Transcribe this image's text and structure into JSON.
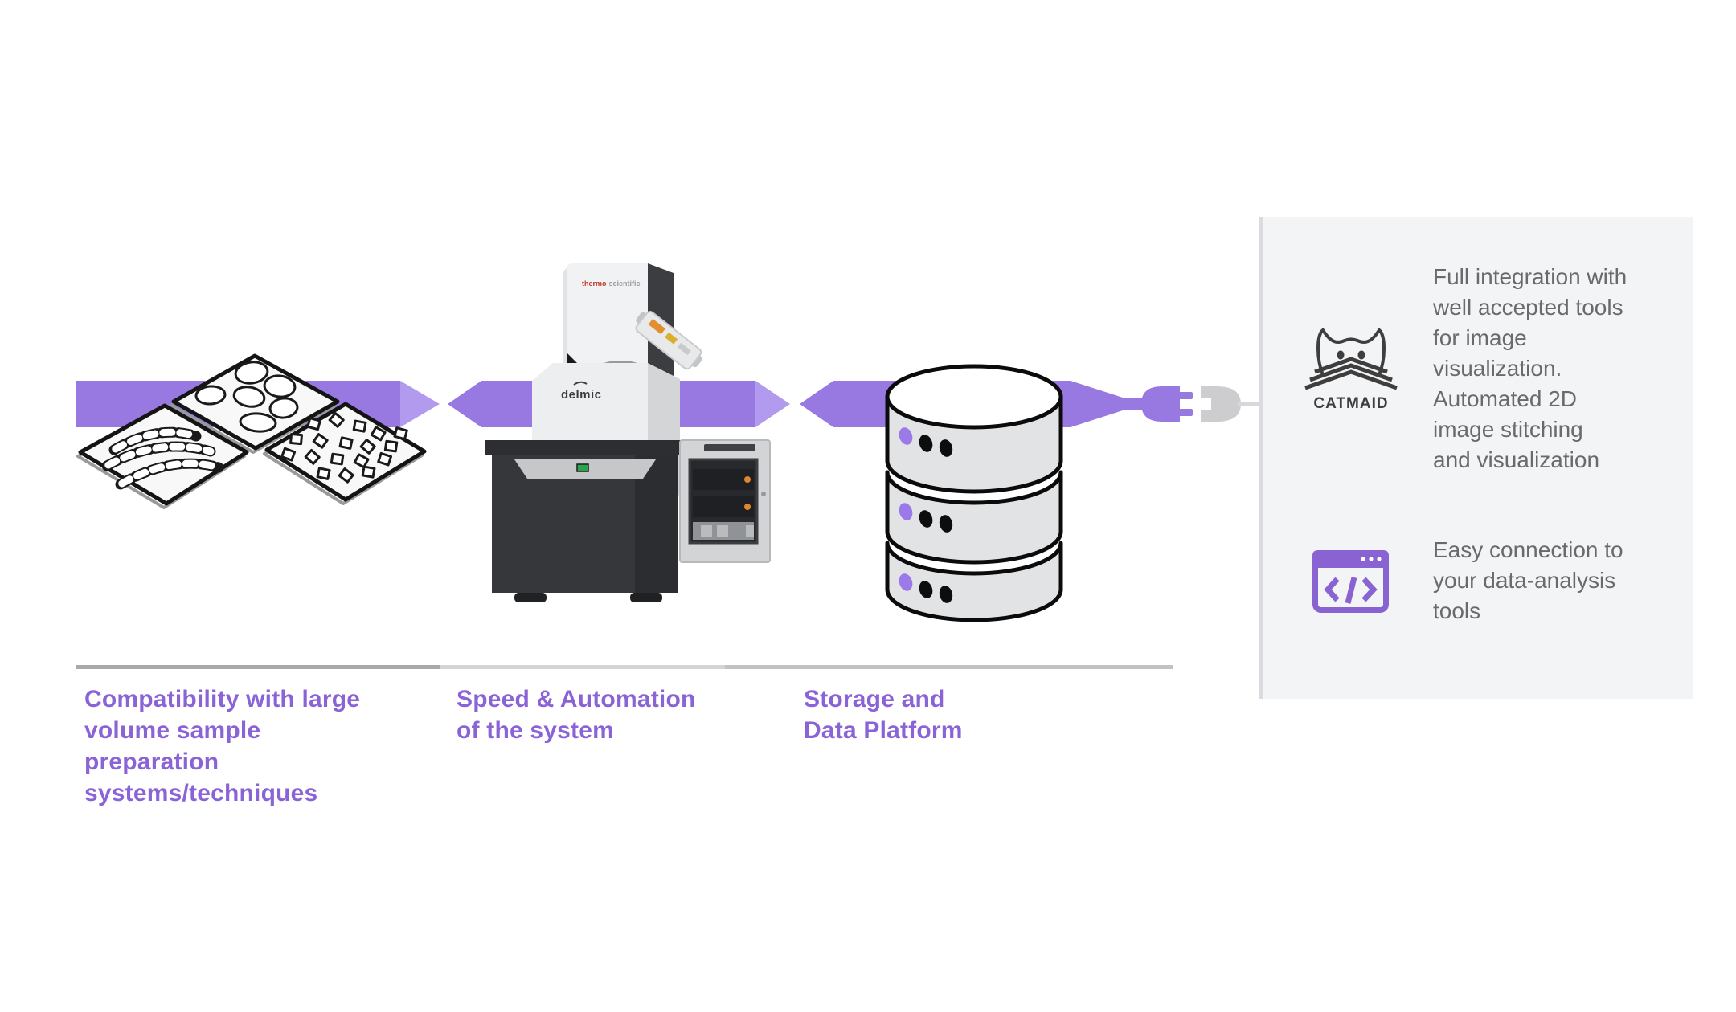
{
  "flow": {
    "steps": [
      {
        "name": "sample-preparation",
        "label": "Compatibility with large\nvolume sample\npreparation\nsystems/techniques"
      },
      {
        "name": "microscope-system",
        "label": "Speed & Automation\nof the system"
      },
      {
        "name": "storage",
        "label": "Storage and\nData Platform"
      }
    ]
  },
  "microscope": {
    "brand": "delmic",
    "column_brand_primary": "thermo",
    "column_brand_secondary": "scientific"
  },
  "panel": {
    "items": [
      {
        "icon": "catmaid-cat-icon",
        "caption": "CATMAID",
        "text": "Full integration with\nwell accepted tools\nfor image\nvisualization.\nAutomated 2D\nimage stitching\nand visualization"
      },
      {
        "icon": "code-window-icon",
        "text": "Easy connection to\nyour data-analysis\ntools"
      }
    ]
  },
  "colors": {
    "arrow_purple": "#9879e2",
    "arrow_tip_purple": "#b29bee",
    "accent_text_purple": "#8a63d6",
    "icon_purple": "#8a63d2",
    "panel_bg": "#f3f4f6",
    "panel_text": "#696a6d",
    "database_dot_purple": "#9b79e8"
  }
}
